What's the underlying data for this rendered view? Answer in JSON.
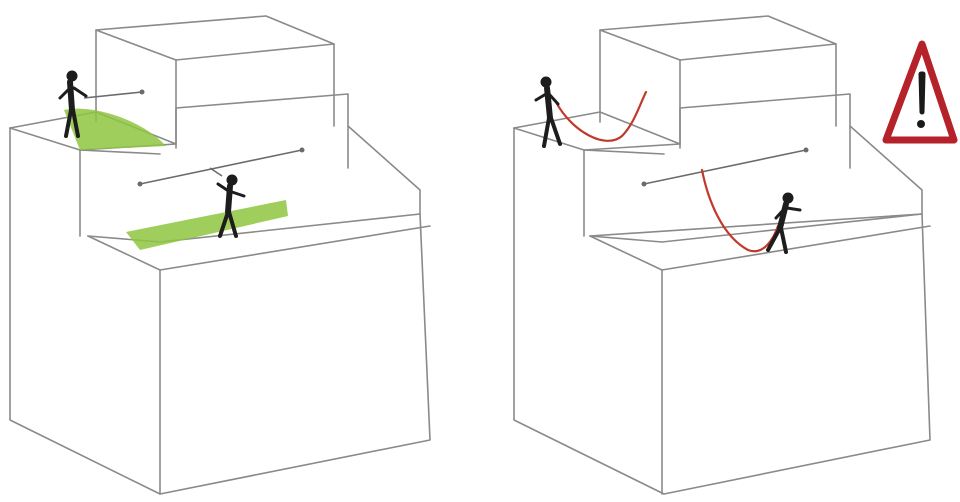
{
  "colors": {
    "safe_zone": "#8ec63f",
    "fall_rope": "#c0392b",
    "warning_border": "#b5222a",
    "warning_fill": "#ffffff",
    "warning_mark": "#1a1a1a"
  },
  "panels": [
    {
      "name": "restraint-panel",
      "rope": "restraint"
    },
    {
      "name": "fall-arrest-panel",
      "rope": "slack-fall"
    }
  ],
  "warning_icon": "exclamation-triangle-icon"
}
